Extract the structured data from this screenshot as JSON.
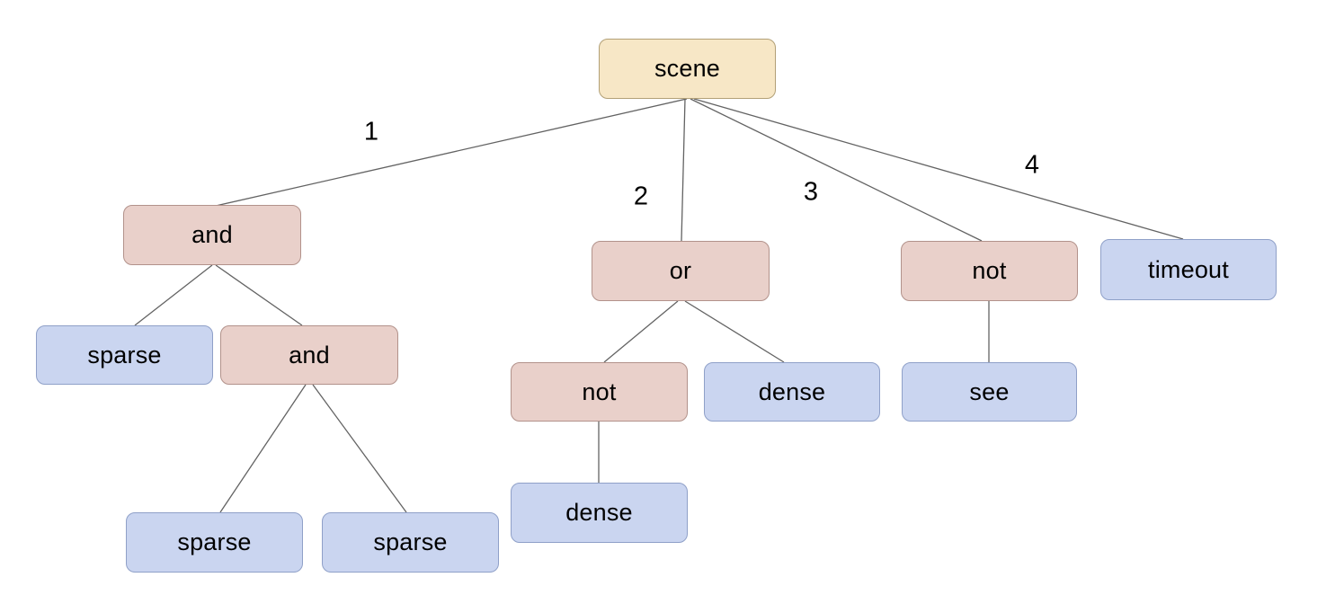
{
  "colors": {
    "root_fill": "#f7e7c6",
    "root_border": "#b2a077",
    "operator_fill": "#e9d0ca",
    "operator_border": "#b2928b",
    "leaf_fill": "#cad5f0",
    "leaf_border": "#8fa0c8",
    "edge_line": "#636363",
    "label_text": "#000000",
    "background": "#ffffff"
  },
  "tree": {
    "root": {
      "label": "scene",
      "role": "root",
      "children": [
        {
          "edge_label": "1",
          "label": "and",
          "role": "operator",
          "children": [
            {
              "label": "sparse",
              "role": "leaf"
            },
            {
              "label": "and",
              "role": "operator",
              "children": [
                {
                  "label": "sparse",
                  "role": "leaf"
                },
                {
                  "label": "sparse",
                  "role": "leaf"
                }
              ]
            }
          ]
        },
        {
          "edge_label": "2",
          "label": "or",
          "role": "operator",
          "children": [
            {
              "label": "not",
              "role": "operator",
              "children": [
                {
                  "label": "dense",
                  "role": "leaf"
                }
              ]
            },
            {
              "label": "dense",
              "role": "leaf"
            }
          ]
        },
        {
          "edge_label": "3",
          "label": "not",
          "role": "operator",
          "children": [
            {
              "label": "see",
              "role": "leaf"
            }
          ]
        },
        {
          "edge_label": "4",
          "label": "timeout",
          "role": "leaf"
        }
      ]
    }
  }
}
